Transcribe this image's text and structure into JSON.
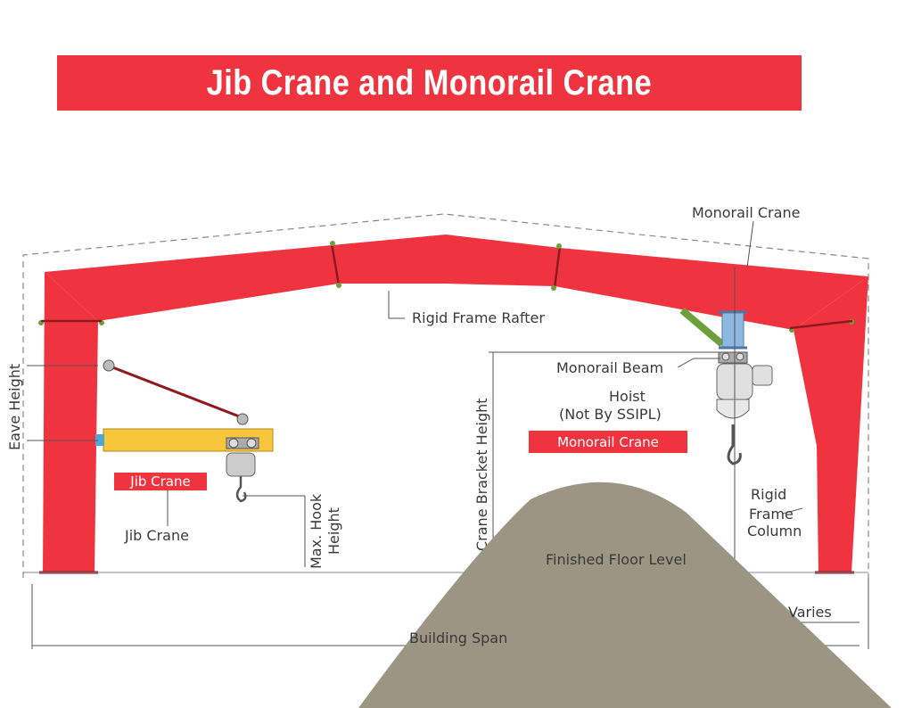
{
  "title": "Jib Crane and Monorail Crane",
  "colors": {
    "brand": "#f0343f",
    "jib_yellow": "#f7c63b",
    "hoist_grey": "#dddddd",
    "floor_overlay": "#9c9584"
  },
  "labels": {
    "monorail_crane_top": "Monorail Crane",
    "rigid_frame_rafter": "Rigid Frame Rafter",
    "monorail_beam": "Monorail Beam",
    "hoist": "Hoist",
    "hoist_note": "(Not By SSIPL)",
    "monorail_crane_badge": "Monorail Crane",
    "eave_height": "Eave Height",
    "crane_bracket_height": "Crane Bracket Height",
    "jib_crane_badge": "Jib Crane",
    "jib_crane": "Jib Crane",
    "max_hook_height_1": "Max. Hook",
    "max_hook_height_2": "Height",
    "rigid_frame_column_1": "Rigid",
    "rigid_frame_column_2": "Frame",
    "rigid_frame_column_3": "Column",
    "finished_floor_level": "Finished Floor Level",
    "varies": "Varies",
    "building_span": "Building Span"
  }
}
